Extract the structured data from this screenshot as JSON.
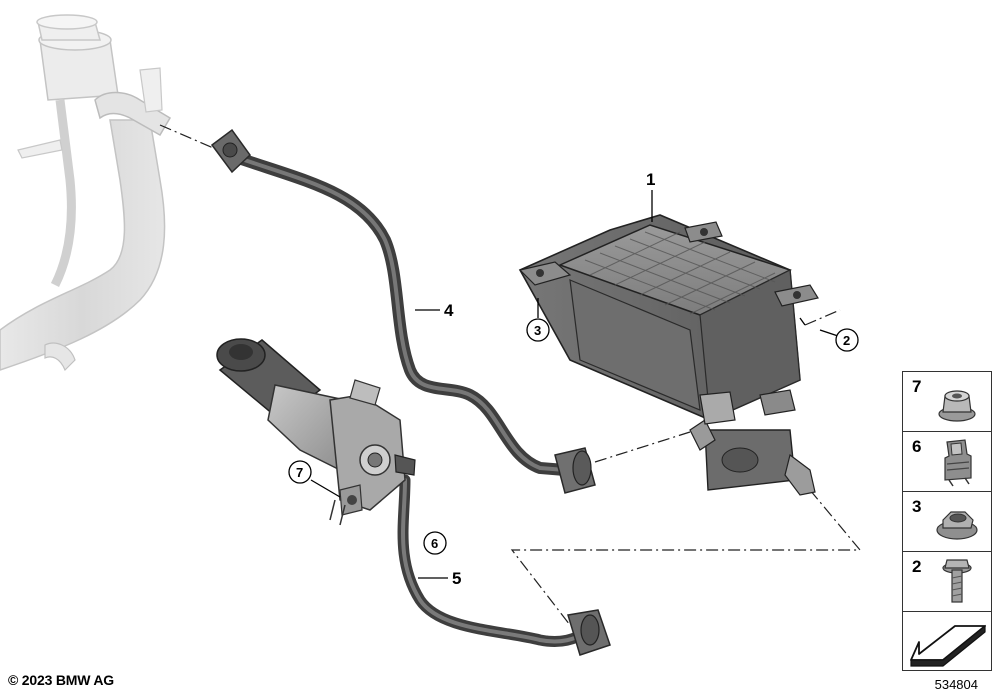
{
  "callouts": {
    "p1": "1",
    "p2": "2",
    "p3": "3",
    "p4": "4",
    "p5": "5",
    "p6": "6",
    "p7": "7"
  },
  "parts_table": [
    {
      "number": "7",
      "icon": "flange-nut-icon"
    },
    {
      "number": "6",
      "icon": "hose-clip-icon"
    },
    {
      "number": "3",
      "icon": "hex-nut-icon"
    },
    {
      "number": "2",
      "icon": "hex-bolt-icon"
    },
    {
      "number": "",
      "icon": "direction-arrow-icon"
    }
  ],
  "footer": {
    "copyright": "© 2023 BMW AG",
    "reference_number": "534804"
  }
}
